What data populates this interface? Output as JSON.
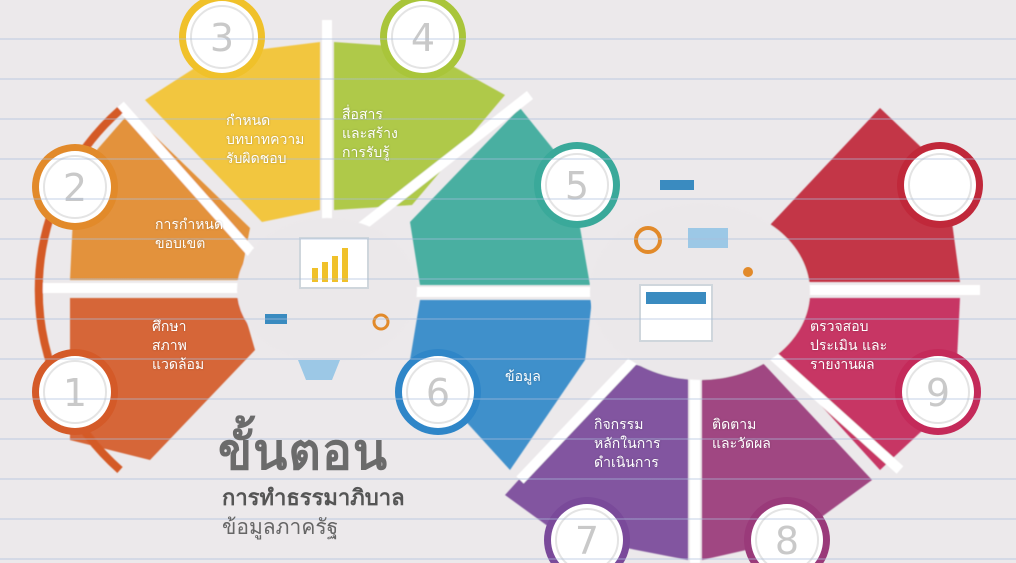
{
  "title": {
    "main": "ขั้นตอน",
    "line2": "การทำธรรมาภิบาล",
    "line3": "ข้อมูลภาครัฐ"
  },
  "steps": [
    {
      "number": "1",
      "lines": [
        "ศึกษา",
        "สภาพ",
        "แวดล้อม"
      ],
      "color": "#d45a28"
    },
    {
      "number": "2",
      "lines": [
        "การกำหนด",
        "ขอบเขต"
      ],
      "color": "#e28a2a"
    },
    {
      "number": "3",
      "lines": [
        "กำหนด",
        "บทบาทความ",
        "รับผิดชอบ"
      ],
      "color": "#f0c12a"
    },
    {
      "number": "4",
      "lines": [
        "สื่อสาร",
        "และสร้าง",
        "การรับรู้"
      ],
      "color": "#a9c53a"
    },
    {
      "number": "5",
      "lines": [],
      "color": "#3aa99a"
    },
    {
      "number": "6",
      "lines": [
        "ข้อมูล"
      ],
      "color": "#2f86c8"
    },
    {
      "number": "7",
      "lines": [
        "กิจกรรม",
        "หลักในการ",
        "ดำเนินการ"
      ],
      "color": "#7a4a9a"
    },
    {
      "number": "8",
      "lines": [
        "ติดตาม",
        "และวัดผล"
      ],
      "color": "#9a3a7a"
    },
    {
      "number": "9",
      "lines": [
        "ตรวจสอบ",
        "ประเมิน และ",
        "รายงานผล"
      ],
      "color": "#c42a5a"
    }
  ],
  "top_right_step_color": "#c0283a",
  "icons": [
    "bar-chart-icon",
    "gear-icon",
    "mail-icon",
    "monitor-icon",
    "document-icon"
  ]
}
